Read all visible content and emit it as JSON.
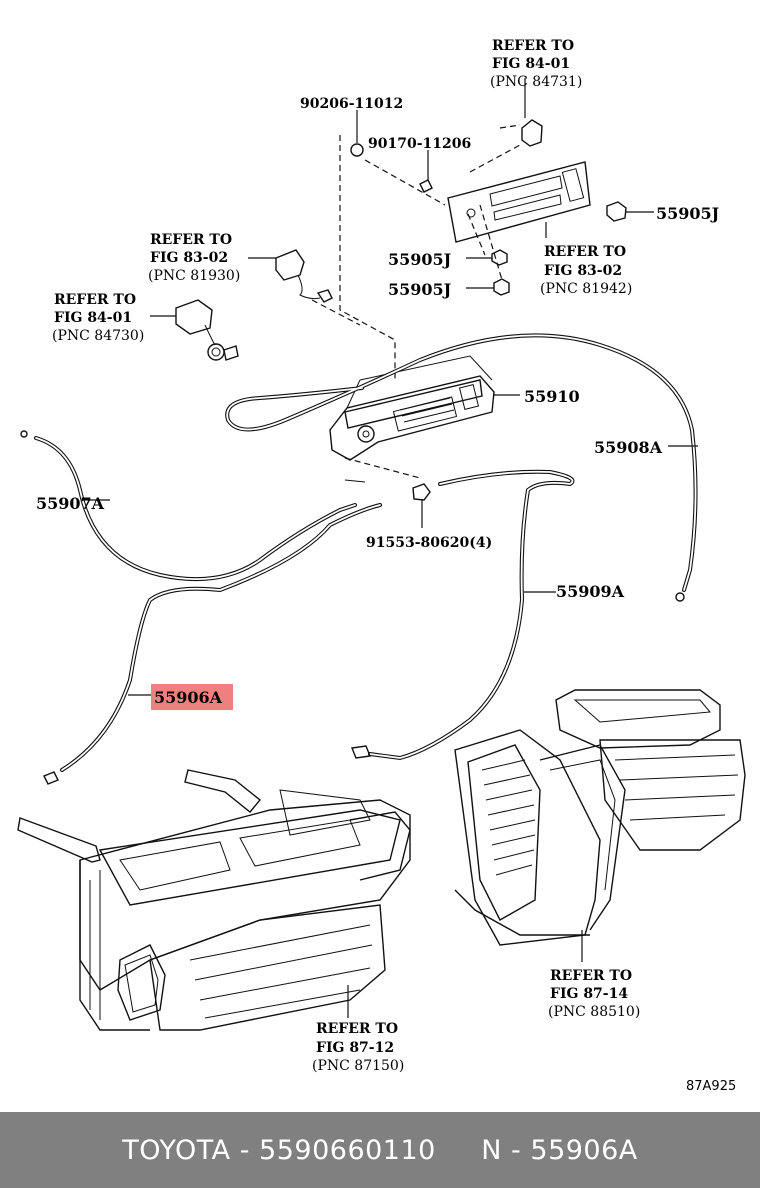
{
  "labels": {
    "ref_84_01_top": [
      "REFER TO",
      "FIG 84-01",
      "(PNC 84731)"
    ],
    "p90206": "90206-11012",
    "p90170": "90170-11206",
    "p55905J_right": "55905J",
    "p55905J_a": "55905J",
    "p55905J_b": "55905J",
    "ref_83_02_right": [
      "REFER TO",
      "FIG 83-02",
      "(PNC 81942)"
    ],
    "ref_83_02_left": [
      "REFER TO",
      "FIG 83-02",
      "(PNC 81930)"
    ],
    "ref_84_01_left": [
      "REFER TO",
      "FIG 84-01",
      "(PNC 84730)"
    ],
    "p55910": "55910",
    "p55908A": "55908A",
    "p55907A": "55907A",
    "p91553": "91553-80620(4)",
    "p55909A": "55909A",
    "p55906A": "55906A",
    "ref_87_14": [
      "REFER TO",
      "FIG 87-14",
      "(PNC 88510)"
    ],
    "ref_87_12": [
      "REFER TO",
      "FIG 87-12",
      "(PNC 87150)"
    ],
    "figure_code": "87A925"
  },
  "highlight_color": "#f08080",
  "footer": {
    "brand": "TOYOTA",
    "sep1": " - ",
    "part_number": "5590660110",
    "gap": "     ",
    "n_prefix": "N",
    "sep2": " - ",
    "pnc": "55906A"
  }
}
